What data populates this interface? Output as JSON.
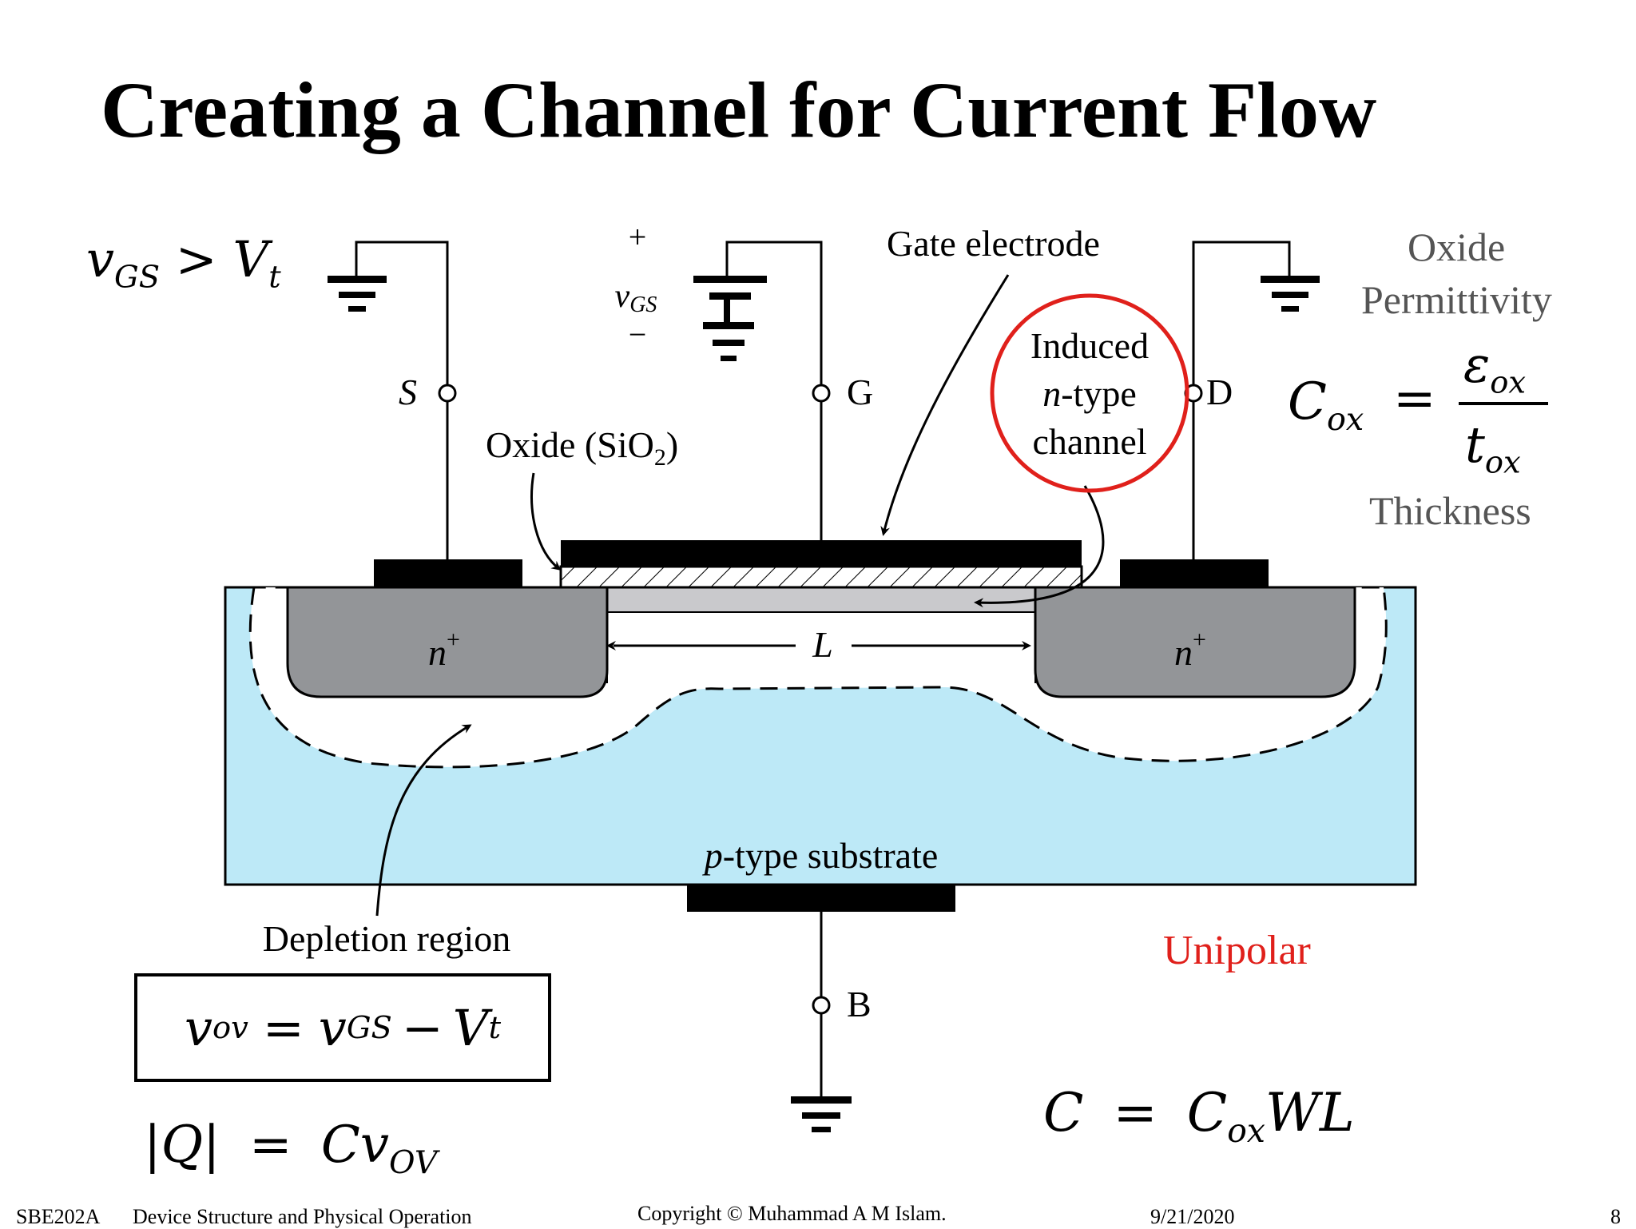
{
  "slide": {
    "title": "Creating a Channel for Current Flow",
    "condition": {
      "v": "v",
      "sub": "GS",
      "gt": ">",
      "V": "V",
      "vsub": "t"
    },
    "formulas": {
      "cox_lhs": "C",
      "cox_lhs_sub": "ox",
      "eq": "=",
      "cox_num": "ε",
      "cox_num_sub": "ox",
      "cox_den": "t",
      "cox_den_sub": "ox",
      "oxide_label_1": "Oxide",
      "oxide_label_2": "Permittivity",
      "thickness_label": "Thickness",
      "vov_v": "v",
      "vov_sub": "ov",
      "vov_rhs_v": "v",
      "vov_rhs_sub": "GS",
      "minus": "−",
      "vov_V": "V",
      "vov_Vsub": "t",
      "q_abs": "|Q|",
      "q_rhs": "Cv",
      "q_rhs_sub": "OV",
      "c_lhs": "C",
      "c_rhs": "C",
      "c_rhs_sub": "ox",
      "c_rhs_tail": "WL"
    },
    "unipolar": "Unipolar",
    "colors": {
      "substrate": "#bde9f7",
      "nplus": "#939598",
      "channel": "#c9c9cc",
      "accent_red": "#e0201b"
    }
  },
  "diagram": {
    "plus": "+",
    "minus": "−",
    "vgs_v": "v",
    "vgs_sub": "GS",
    "terminal_s": "S",
    "terminal_g": "G",
    "terminal_d": "D",
    "terminal_b": "B",
    "gate_electrode": "Gate electrode",
    "induced_1": "Induced",
    "induced_2_italic": "n",
    "induced_2_rest": "-type",
    "induced_3": "channel",
    "oxide_label": "Oxide (SiO",
    "oxide_sub": "2",
    "oxide_close": ")",
    "nplus_n": "n",
    "nplus_sup": "+",
    "length": "L",
    "substrate_italic": "p",
    "substrate_rest": "-type substrate",
    "depletion": "Depletion region"
  },
  "footer": {
    "course": "SBE202A",
    "topic": "Device Structure and Physical Operation",
    "copyright": "Copyright © Muhammad A M Islam.",
    "date": "9/21/2020",
    "page": "8"
  }
}
